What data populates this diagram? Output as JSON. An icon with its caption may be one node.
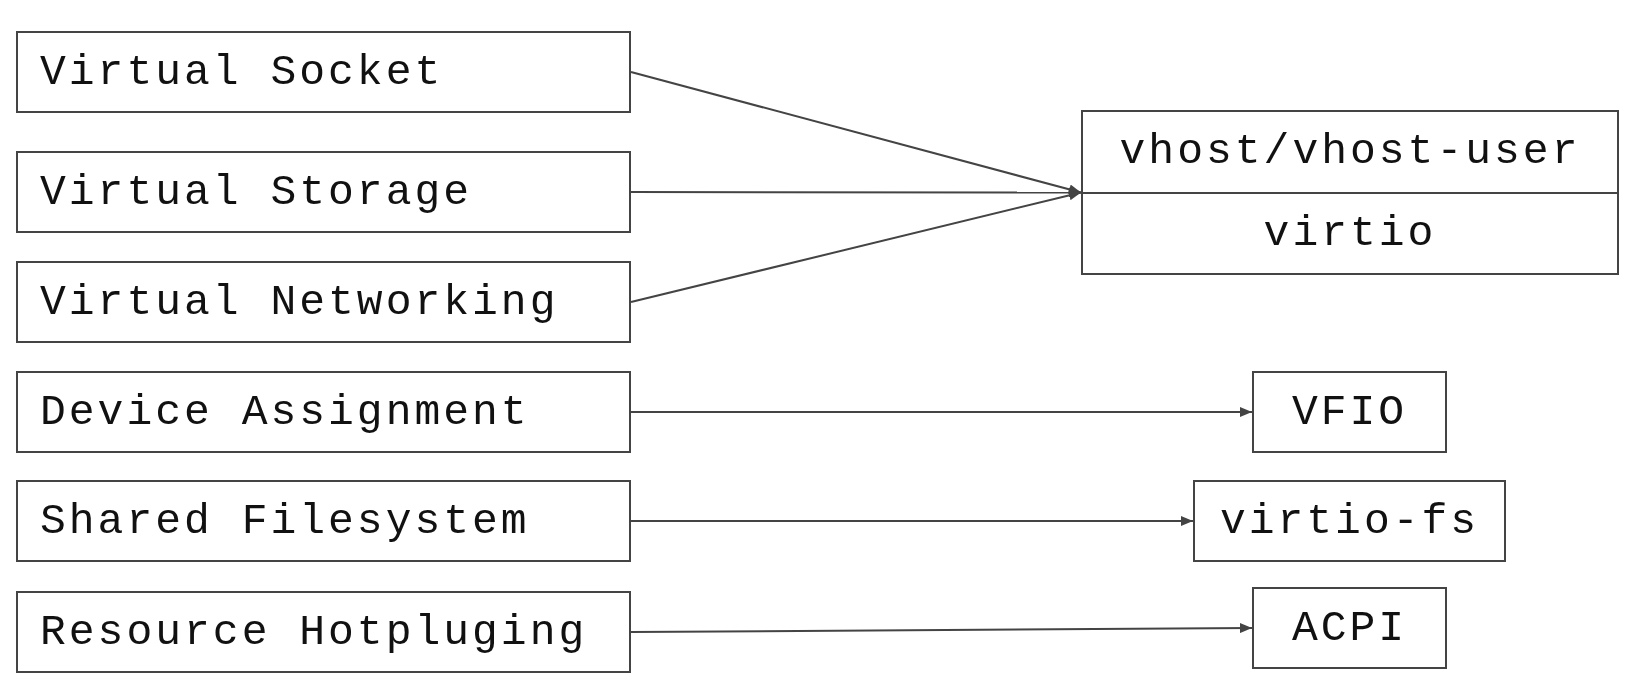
{
  "diagram": {
    "nodes": [
      {
        "text": [
          "Virtual Socket"
        ]
      },
      {
        "text": [
          "Virtual Storage"
        ]
      },
      {
        "text": [
          "Virtual Networking"
        ]
      },
      {
        "text": [
          "Device Assignment"
        ]
      },
      {
        "text": [
          "Shared Filesystem"
        ]
      },
      {
        "text": [
          "Resource Hotpluging"
        ]
      },
      {
        "text": [
          "vhost/vhost-user",
          "virtio"
        ]
      },
      {
        "text": [
          "VFIO"
        ]
      },
      {
        "text": [
          "virtio-fs"
        ]
      },
      {
        "text": [
          "ACPI"
        ]
      }
    ],
    "edges": [
      {
        "from": 0,
        "to": 6,
        "arrow": "to"
      },
      {
        "from": 1,
        "to": 6,
        "arrow": "to"
      },
      {
        "from": 2,
        "to": 6,
        "arrow": "to"
      },
      {
        "from": 3,
        "to": 7,
        "arrow": "to"
      },
      {
        "from": 4,
        "to": 8,
        "arrow": "to"
      },
      {
        "from": 5,
        "to": 9,
        "arrow": "to"
      }
    ]
  }
}
